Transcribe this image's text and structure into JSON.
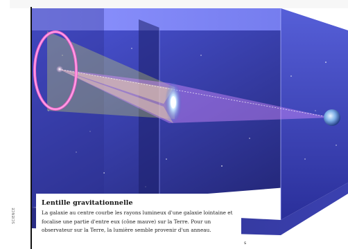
{
  "caption": {
    "title": "Lentille gravitationnelle",
    "text": "La galaxie au centre courbe les rayons lumineux d'une galaxie lointaine et focalise une partie d'entre eux (cône mauve) sur la Terre. Pour un observateur sur la Terre, la lumière semble provenir d'un anneau."
  },
  "credit": "SCIENCE",
  "mark": "s",
  "figure": {
    "subjects": [
      "distant-galaxy",
      "lensing-galaxy",
      "earth",
      "einstein-ring",
      "light-cones"
    ],
    "colors": {
      "space": "#3a3fb0",
      "ring": "#ff6ad5",
      "yellow_cone": "#f2ff6a",
      "mauve_cone": "#d58cff"
    }
  }
}
